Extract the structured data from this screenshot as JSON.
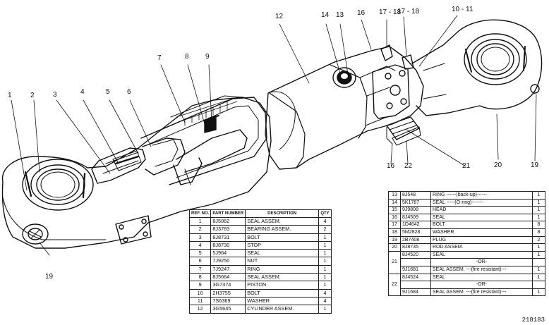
{
  "callouts": {
    "c1": "1",
    "c2": "2",
    "c3": "3",
    "c4": "4",
    "c5": "5",
    "c6": "6",
    "c7": "7",
    "c8": "8",
    "c9": "9",
    "c10_11": "10 - 11",
    "c12": "12",
    "c13": "13",
    "c14": "14",
    "c16a": "16",
    "c16b": "16",
    "c17_18a": "17 - 18",
    "c17_18b": "17 - 18",
    "c19a": "19",
    "c19b": "19",
    "c20": "20",
    "c21": "21",
    "c22": "22"
  },
  "left_table": {
    "headers": {
      "ref": "REF. NO.",
      "part": "PART NUMBER",
      "desc": "DESCRIPTION",
      "qty": "QTY"
    },
    "rows": [
      {
        "ref": "1",
        "part": "8J5062",
        "desc": "SEAL ASSEM.",
        "qty": "4"
      },
      {
        "ref": "2",
        "part": "8J3783",
        "desc": "BEARING ASSEM.",
        "qty": "2"
      },
      {
        "ref": "3",
        "part": "8J8731",
        "desc": "BOLT",
        "qty": "1"
      },
      {
        "ref": "4",
        "part": "8J8730",
        "desc": "STOP",
        "qty": "1"
      },
      {
        "ref": "5",
        "part": "5J964",
        "desc": "SEAL",
        "qty": "1"
      },
      {
        "ref": "6",
        "part": "7J9250",
        "desc": "NUT",
        "qty": "1"
      },
      {
        "ref": "7",
        "part": "7J9247",
        "desc": "RING",
        "qty": "1"
      },
      {
        "ref": "8",
        "part": "8J5664",
        "desc": "SEAL ASSEM.",
        "qty": "1"
      },
      {
        "ref": "9",
        "part": "3G7374",
        "desc": "PISTON",
        "qty": "1"
      },
      {
        "ref": "10",
        "part": "2H3755",
        "desc": "BOLT",
        "qty": "4"
      },
      {
        "ref": "11",
        "part": "7S6369",
        "desc": "WASHER",
        "qty": "4"
      },
      {
        "ref": "12",
        "part": "3G5645",
        "desc": "CYLINDER ASSEM.",
        "qty": "1"
      }
    ]
  },
  "right_table": {
    "rows": [
      {
        "ref": "13",
        "part": "8J548",
        "desc": "RING ------(back-up)------",
        "qty": "1"
      },
      {
        "ref": "14",
        "part": "5K1787",
        "desc": "SEAL -----(O-ring)-------",
        "qty": "1"
      },
      {
        "ref": "15",
        "part": "9J9808",
        "desc": "HEAD",
        "qty": "1"
      },
      {
        "ref": "16",
        "part": "8J4509",
        "desc": "SEAL",
        "qty": "1"
      },
      {
        "ref": "17",
        "part": "1D4642",
        "desc": "BOLT",
        "qty": "8"
      },
      {
        "ref": "18",
        "part": "5M2828",
        "desc": "WASHER",
        "qty": "8"
      },
      {
        "ref": "19",
        "part": "2B7408",
        "desc": "PLUG",
        "qty": "2"
      },
      {
        "ref": "20",
        "part": "8J8735",
        "desc": "ROD ASSEM.",
        "qty": "1"
      }
    ],
    "row21": {
      "ref": "21",
      "part_a": "8J4520",
      "desc_a": "SEAL",
      "or": "-OR-",
      "part_b": "9J1681",
      "desc_b": "SEAL ASSEM. ---(fire resistant)---",
      "qty_a": "1",
      "qty_b": "1"
    },
    "row22": {
      "ref": "22",
      "part_a": "8J4524",
      "desc_a": "SEAL",
      "or": "-OR-",
      "part_b": "9J1684",
      "desc_b": "SEAL ASSEM. ---(fire resistant)---",
      "qty_a": "1",
      "qty_b": "1"
    }
  },
  "drawing_number": "218183"
}
